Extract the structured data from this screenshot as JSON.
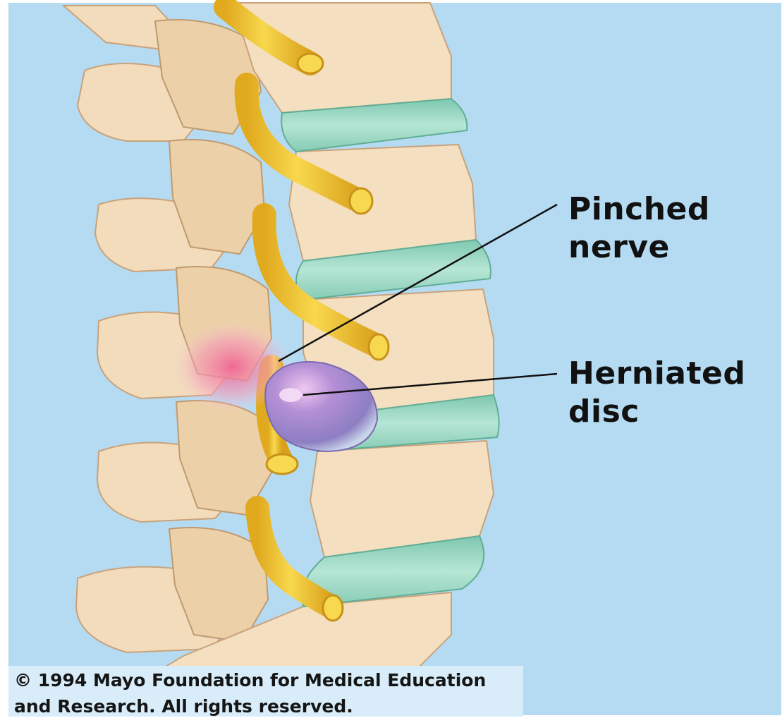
{
  "labels": {
    "pinched_nerve_line1": "Pinched",
    "pinched_nerve_line2": "nerve",
    "herniated_disc_line1": "Herniated",
    "herniated_disc_line2": "disc"
  },
  "copyright": {
    "line1": "© 1994 Mayo Foundation for Medical Education",
    "line2": "and Research. All rights reserved."
  },
  "colors": {
    "background": "#b5dbf3",
    "bone": "#f2dcbc",
    "bone_shadow": "#d9b88f",
    "disc": "#9fd8c4",
    "nerve": "#f4c93b",
    "herniation": "#9a7ac4",
    "inflammation": "#f07aa0"
  }
}
